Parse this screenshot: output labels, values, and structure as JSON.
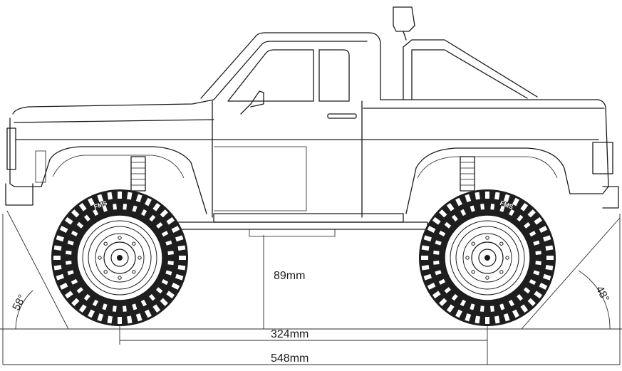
{
  "diagram": {
    "subject": "truck-side-view",
    "line_color": "#1a1a1a",
    "background": "#ffffff",
    "dimensions": {
      "ground_clearance": "89mm",
      "wheelbase": "324mm",
      "overall_length": "548mm"
    },
    "angles": {
      "approach": "58°",
      "departure": "48°"
    },
    "tire_sidewall_text": {
      "front": "FMS",
      "rear": "FMS"
    }
  }
}
